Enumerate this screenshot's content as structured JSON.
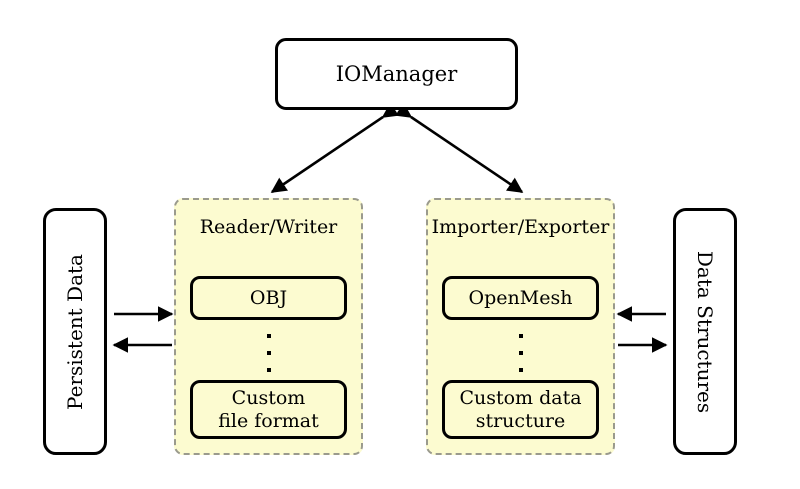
{
  "diagram": {
    "title_node": {
      "label": "IOManager"
    },
    "left_endpoint": {
      "label": "Persistent Data"
    },
    "right_endpoint": {
      "label": "Data Structures"
    },
    "panels": [
      {
        "id": "reader-writer",
        "title": "Reader/Writer",
        "items": [
          {
            "label": "OBJ"
          },
          {
            "label": "Custom\nfile format",
            "line1": "Custom",
            "line2": "file format"
          }
        ],
        "ellipsis": "⋮"
      },
      {
        "id": "importer-exporter",
        "title": "Importer/Exporter",
        "items": [
          {
            "label": "OpenMesh"
          },
          {
            "label": "Custom data\nstructure",
            "line1": "Custom data",
            "line2": "structure"
          }
        ],
        "ellipsis": "⋮"
      }
    ],
    "connections": [
      {
        "name": "iomanager-to-reader-writer",
        "style": "double-headed",
        "from": "IOManager",
        "to": "Reader/Writer"
      },
      {
        "name": "iomanager-to-importer-exporter",
        "style": "double-headed",
        "from": "IOManager",
        "to": "Importer/Exporter"
      },
      {
        "name": "persistent-data-to-reader-writer",
        "style": "single",
        "direction": "right",
        "from": "Persistent Data",
        "to": "Reader/Writer"
      },
      {
        "name": "reader-writer-to-persistent-data",
        "style": "single",
        "direction": "left",
        "from": "Reader/Writer",
        "to": "Persistent Data"
      },
      {
        "name": "data-structures-to-importer-exporter",
        "style": "single",
        "direction": "left",
        "from": "Data Structures",
        "to": "Importer/Exporter"
      },
      {
        "name": "importer-exporter-to-data-structures",
        "style": "single",
        "direction": "right",
        "from": "Importer/Exporter",
        "to": "Data Structures"
      }
    ],
    "colors": {
      "panel_fill": "#FCFBD0",
      "panel_border": "#9a9a8d",
      "node_border": "#000000",
      "background": "#ffffff",
      "text": "#000000"
    }
  }
}
